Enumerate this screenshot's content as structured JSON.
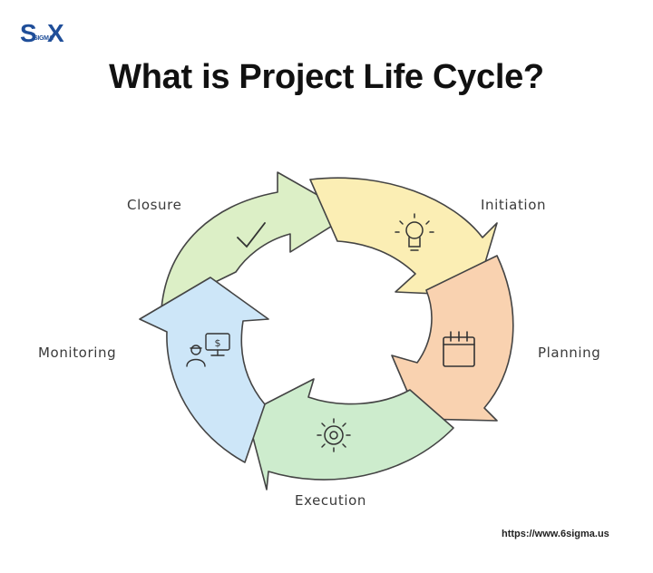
{
  "brand": {
    "logo_left": "S",
    "logo_sub": "SIGMA",
    "logo_right": "X",
    "color": "#1f4e99"
  },
  "title": "What is Project Life Cycle?",
  "stages": [
    {
      "label": "Initiation",
      "icon": "lightbulb-icon",
      "color": "#fbeeb4"
    },
    {
      "label": "Planning",
      "icon": "calendar-icon",
      "color": "#f9d2b0"
    },
    {
      "label": "Execution",
      "icon": "gear-icon",
      "color": "#cdeccd"
    },
    {
      "label": "Monitoring",
      "icon": "person-computer-icon",
      "color": "#cde6f8"
    },
    {
      "label": "Closure",
      "icon": "checkmark-icon",
      "color": "#dcefc6"
    }
  ],
  "footer_url": "https://www.6sigma.us"
}
